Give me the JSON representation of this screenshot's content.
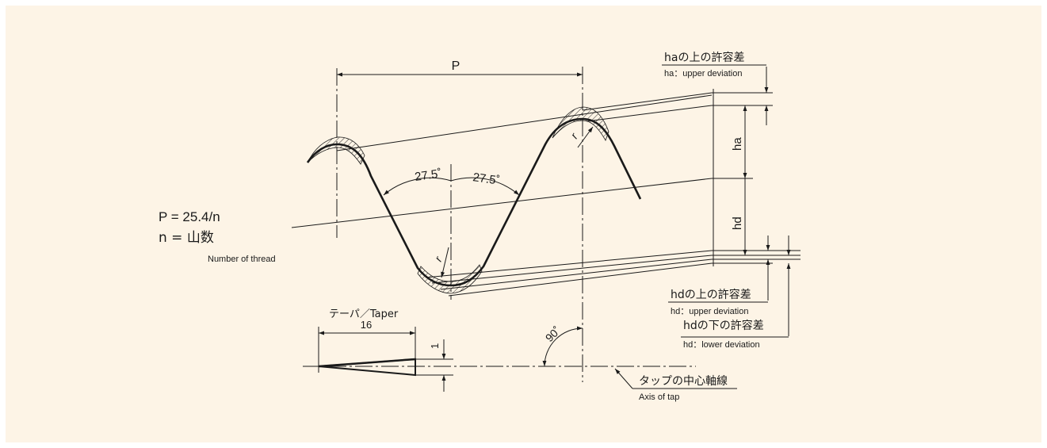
{
  "labels": {
    "pitch": "P",
    "formula_p": "P = 25.4/n",
    "formula_n": "n = 山数",
    "number_of_thread": "Number of thread",
    "angle_left": "27.5˚",
    "angle_right": "27.5˚",
    "radius_top": "r",
    "radius_bottom": "r",
    "ha": "ha",
    "hd": "hd",
    "ha_upper_jp": "haの上の許容差",
    "ha_upper_en": "ha：upper deviation",
    "hd_upper_jp": "hdの上の許容差",
    "hd_upper_en": "hd：upper deviation",
    "hd_lower_jp": "hdの下の許容差",
    "hd_lower_en": "hd：lower deviation",
    "taper_label": "テーパ／Taper",
    "taper_value": "16",
    "taper_rise": "1",
    "angle_90": "90˚",
    "axis_jp": "タップの中心軸線",
    "axis_en": "Axis of tap"
  },
  "colors": {
    "panel": "#fdf4e6",
    "ink": "#1a1a1a"
  }
}
